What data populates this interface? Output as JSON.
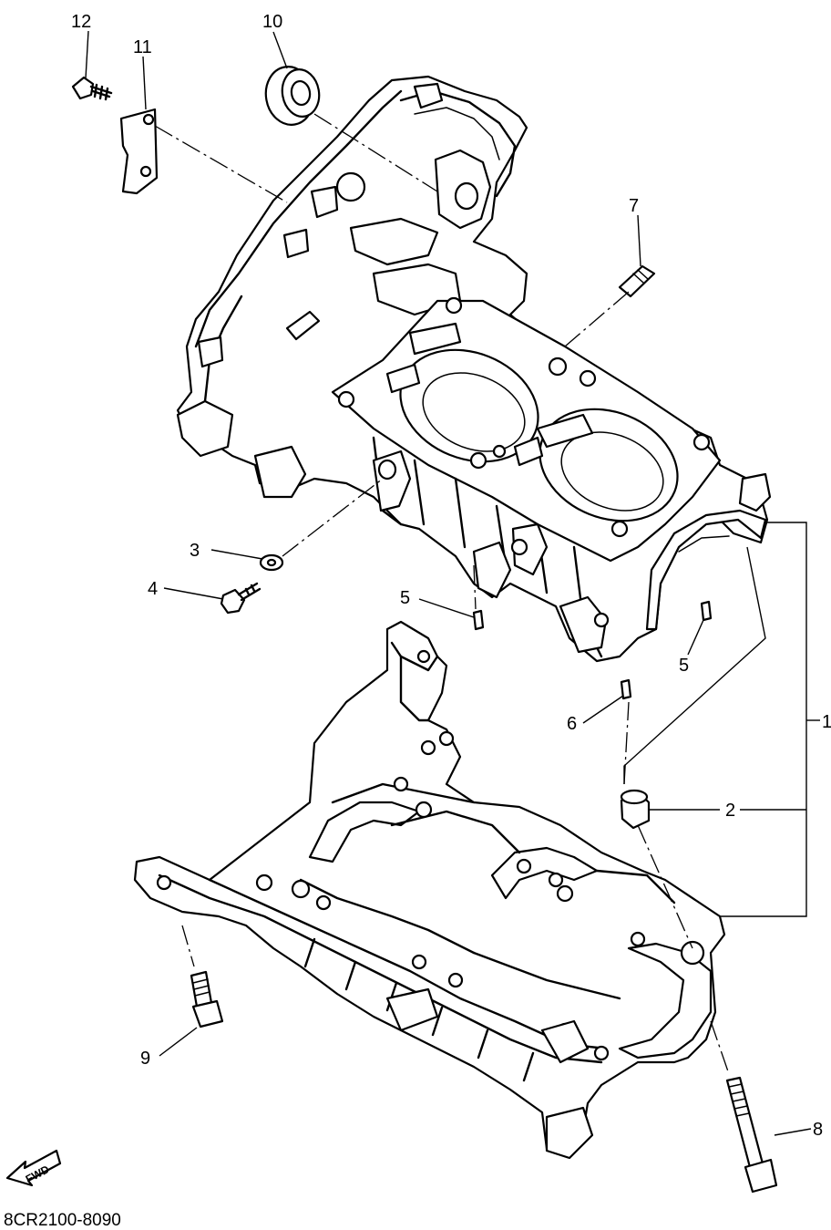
{
  "diagram": {
    "callouts": {
      "c1": "1",
      "c2": "2",
      "c3": "3",
      "c4": "4",
      "c5a": "5",
      "c5b": "5",
      "c6": "6",
      "c7": "7",
      "c8": "8",
      "c9": "9",
      "c10": "10",
      "c11": "11",
      "c12": "12"
    },
    "fwd_label": "FWD",
    "code": "8CR2100-8090"
  }
}
